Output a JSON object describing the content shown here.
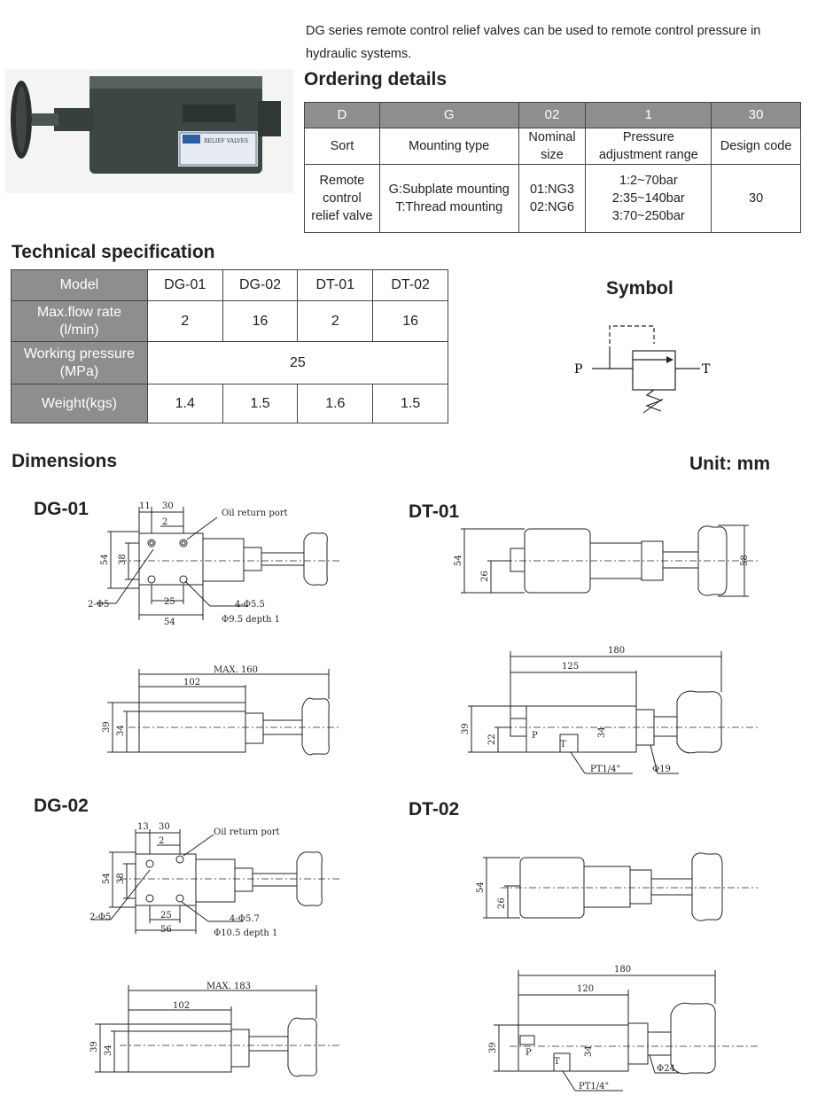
{
  "intro": "DG series remote control relief valves can be used to remote control pressure in hydraulic systems.",
  "ordering": {
    "title": "Ordering details",
    "codes": [
      "D",
      "G",
      "02",
      "1",
      "30"
    ],
    "labels": [
      "Sort",
      "Mounting type",
      "Nominal size",
      "Pressure adjustment range",
      "Design code"
    ],
    "values": [
      "Remote control relief valve",
      "G:Subplate mounting\nT:Thread mounting",
      "01:NG3\n02:NG6",
      "1:2~70bar\n2:35~140bar\n3:70~250bar",
      "30"
    ]
  },
  "photo": {
    "label": "RELIEF VALVES",
    "icon": "valve-photo"
  },
  "technical": {
    "title": "Technical specification",
    "header": [
      "Model",
      "DG-01",
      "DG-02",
      "DT-01",
      "DT-02"
    ],
    "rows": [
      {
        "label": "Max.flow rate (l/min)",
        "values": [
          "2",
          "16",
          "2",
          "16"
        ]
      },
      {
        "label": "Working pressure (MPa)",
        "span_value": "25"
      },
      {
        "label": "Weight(kgs)",
        "values": [
          "1.4",
          "1.5",
          "1.6",
          "1.5"
        ]
      }
    ]
  },
  "symbol": {
    "title": "Symbol",
    "p": "P",
    "t": "T"
  },
  "dimensions": {
    "title": "Dimensions",
    "unit": "Unit: mm",
    "dg01": {
      "title": "DG-01",
      "top": {
        "d11": "11",
        "d30": "30",
        "d2": "2",
        "oil": "Oil return port",
        "d54h": "54",
        "d38": "38",
        "d2phi5": "2-Φ5",
        "d25": "25",
        "d54w": "54",
        "d4phi": "4-Φ5.5",
        "depth": "Φ9.5 depth 1"
      },
      "side": {
        "max": "MAX. 160",
        "d102": "102",
        "d39": "39",
        "d34": "34"
      }
    },
    "dg02": {
      "title": "DG-02",
      "top": {
        "d13": "13",
        "d30": "30",
        "d2": "2",
        "oil": "Oil return port",
        "d54h": "54",
        "d38": "38",
        "d2phi5": "2-Φ5",
        "d25": "25",
        "d56": "56",
        "d4phi": "4-Φ5.7",
        "depth": "Φ10.5 depth 1"
      },
      "side": {
        "max": "MAX. 183",
        "d102": "102",
        "d39": "39",
        "d34": "34"
      }
    },
    "dt01": {
      "title": "DT-01",
      "top": {
        "d54": "54",
        "d26": "26",
        "d58": "58"
      },
      "side": {
        "d180": "180",
        "d125": "125",
        "d39": "39",
        "d22": "22",
        "d34": "34",
        "p": "P",
        "t": "T",
        "pt": "PT1/4\"",
        "phi": "Φ19"
      }
    },
    "dt02": {
      "title": "DT-02",
      "top": {
        "d54": "54",
        "d26": "26"
      },
      "side": {
        "d180": "180",
        "d120": "120",
        "d39": "39",
        "d34": "34",
        "p": "P",
        "t": "T",
        "pt": "PT1/4\"",
        "phi": "Φ24"
      }
    }
  }
}
